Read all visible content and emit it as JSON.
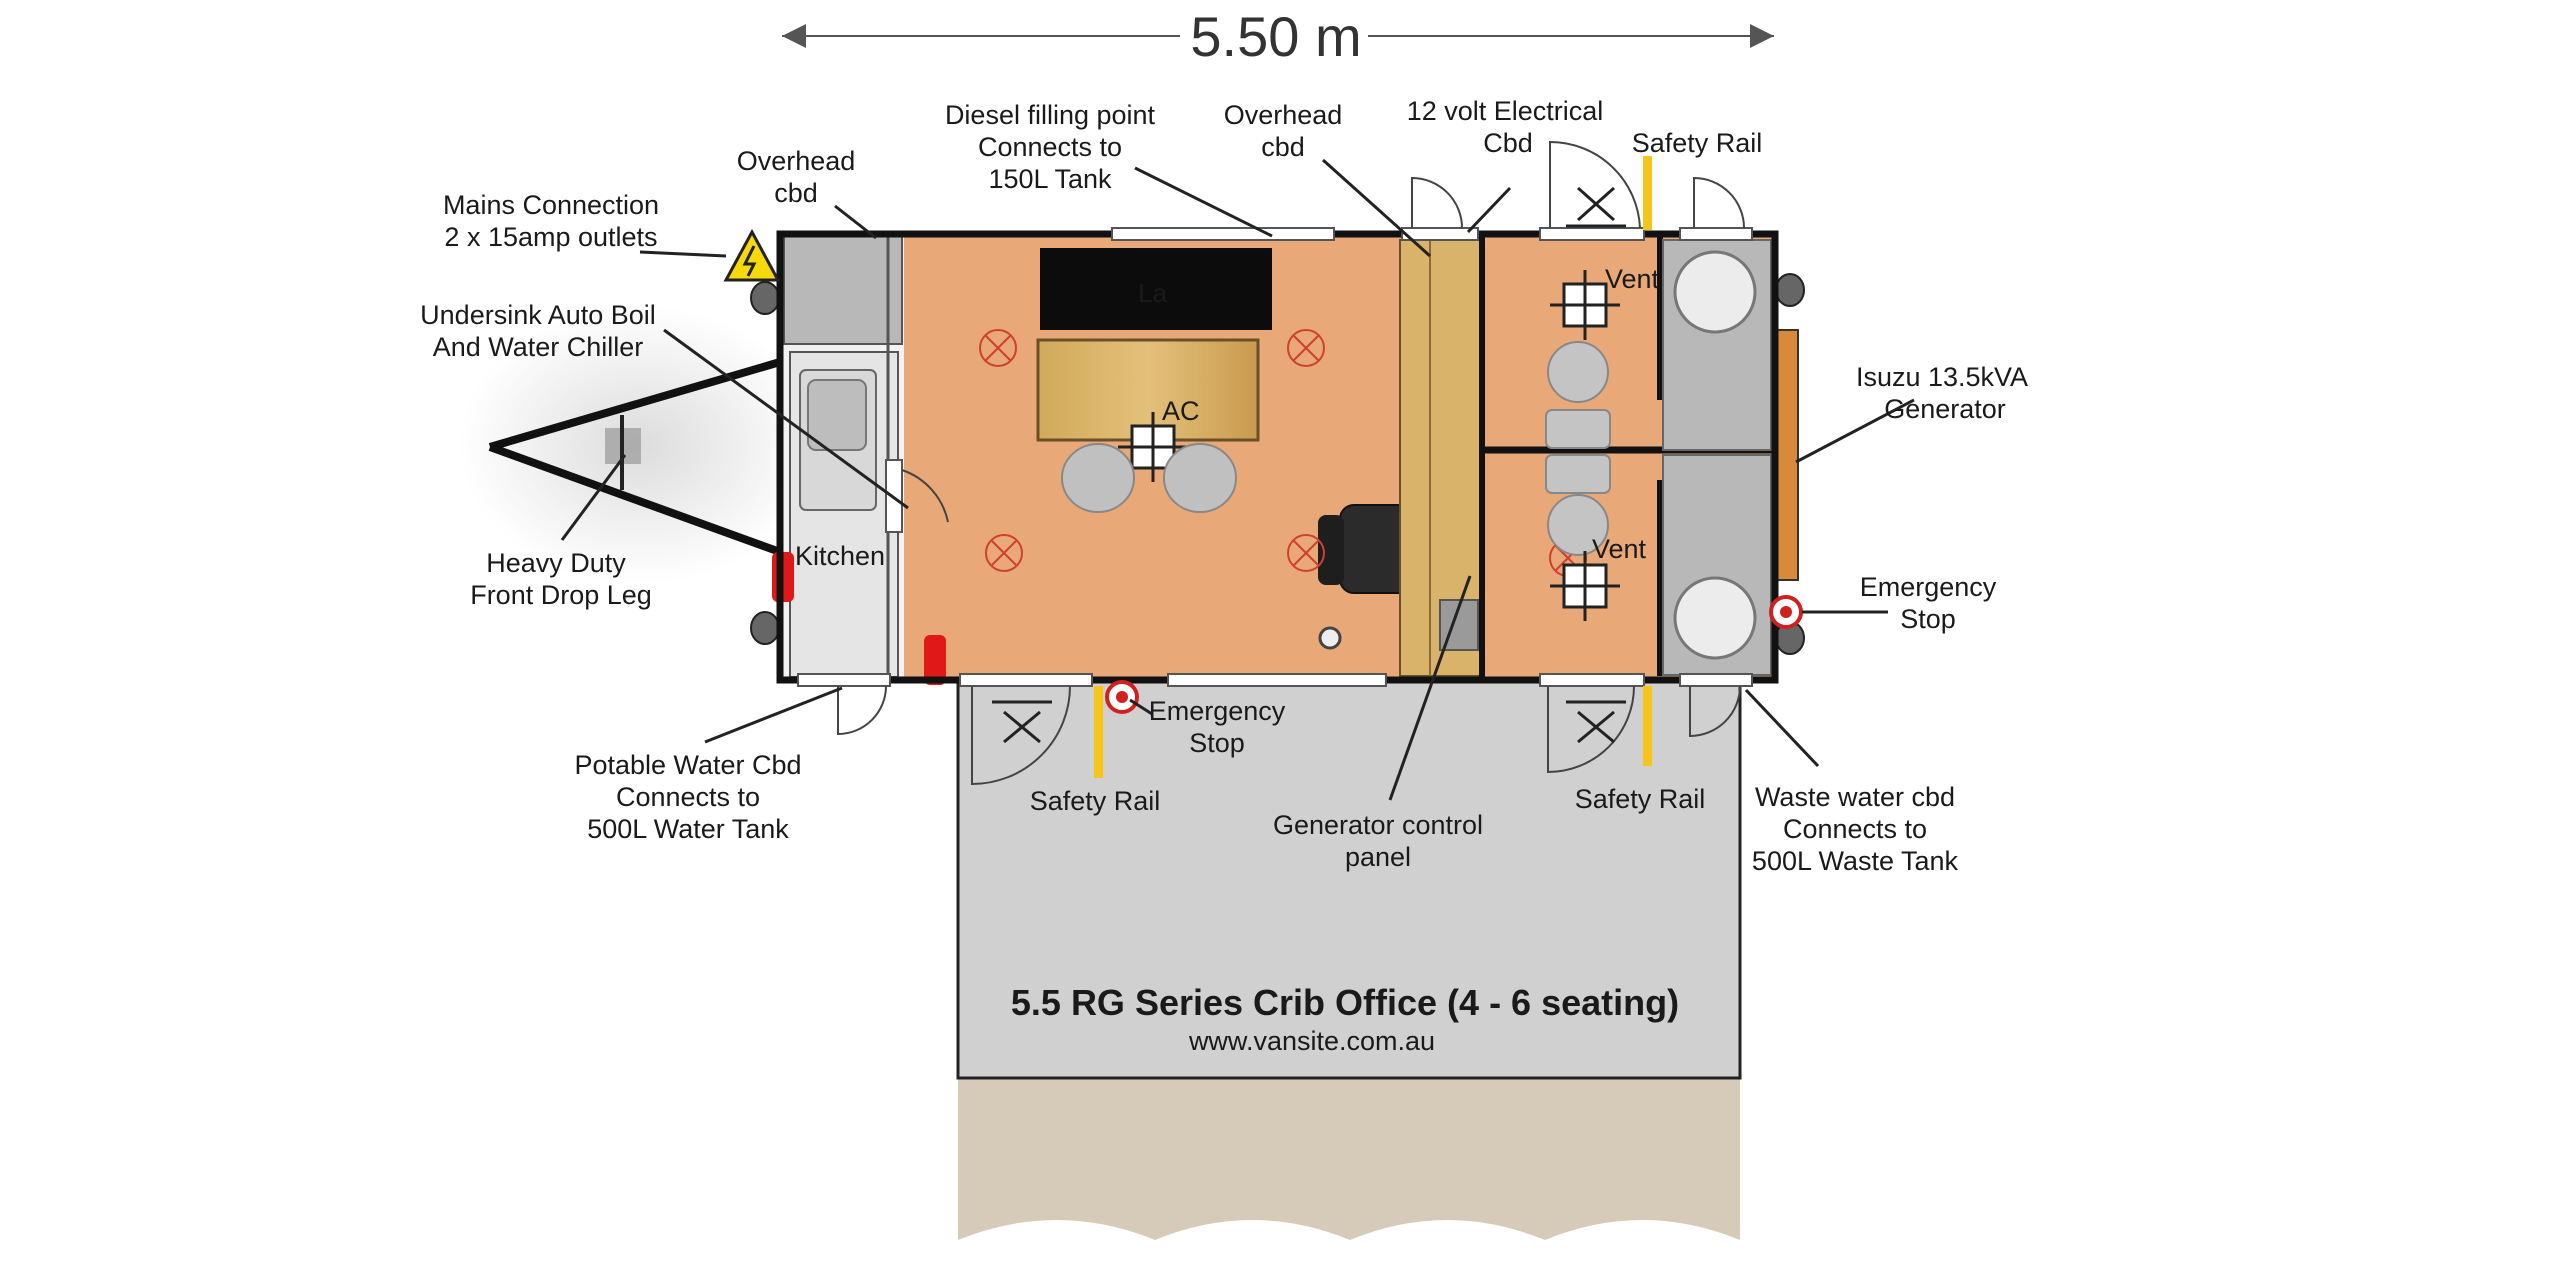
{
  "dimension": {
    "label": "5.50 m"
  },
  "title": {
    "main": "5.5 RG Series Crib Office (4 - 6 seating)",
    "url": "www.vansite.com.au"
  },
  "rooms": {
    "kitchen": "Kitchen",
    "aircon": "AC",
    "vent_top": "Vent",
    "vent_bottom": "Vent",
    "table_text": "La"
  },
  "callouts": {
    "overhead_cbd_left": [
      "Overhead",
      "cbd"
    ],
    "mains": [
      "Mains Connection",
      "2 x 15amp outlets"
    ],
    "undersink": [
      "Undersink Auto Boil",
      "And Water Chiller"
    ],
    "drop_leg": [
      "Heavy Duty",
      "Front Drop Leg"
    ],
    "potable": [
      "Potable Water Cbd",
      "Connects to",
      "500L Water Tank"
    ],
    "diesel": [
      "Diesel filling point",
      "Connects to",
      "150L Tank"
    ],
    "overhead_cbd_mid": [
      "Overhead",
      "cbd"
    ],
    "electrical": [
      "12 volt Electrical",
      "Cbd"
    ],
    "safety_rail_top": [
      "Safety Rail"
    ],
    "generator": [
      "Isuzu 13.5kVA",
      "Generator"
    ],
    "estop_right": [
      "Emergency",
      "Stop"
    ],
    "estop_front": [
      "Emergency",
      "Stop"
    ],
    "safety_rail_left": [
      "Safety Rail"
    ],
    "gen_panel": [
      "Generator control",
      "panel"
    ],
    "safety_rail_right": [
      "Safety Rail"
    ],
    "waste": [
      "Waste water cbd",
      "Connects to",
      "500L Waste Tank"
    ]
  },
  "colors": {
    "floor": "#e8a878",
    "wall": "#111111",
    "deck": "#d0d0d0",
    "ground": "#d5cbb8",
    "fixture": "#b8b8b8",
    "rail": "#f5c518",
    "hazard": "#f5d90a",
    "fire": "#e01818"
  }
}
